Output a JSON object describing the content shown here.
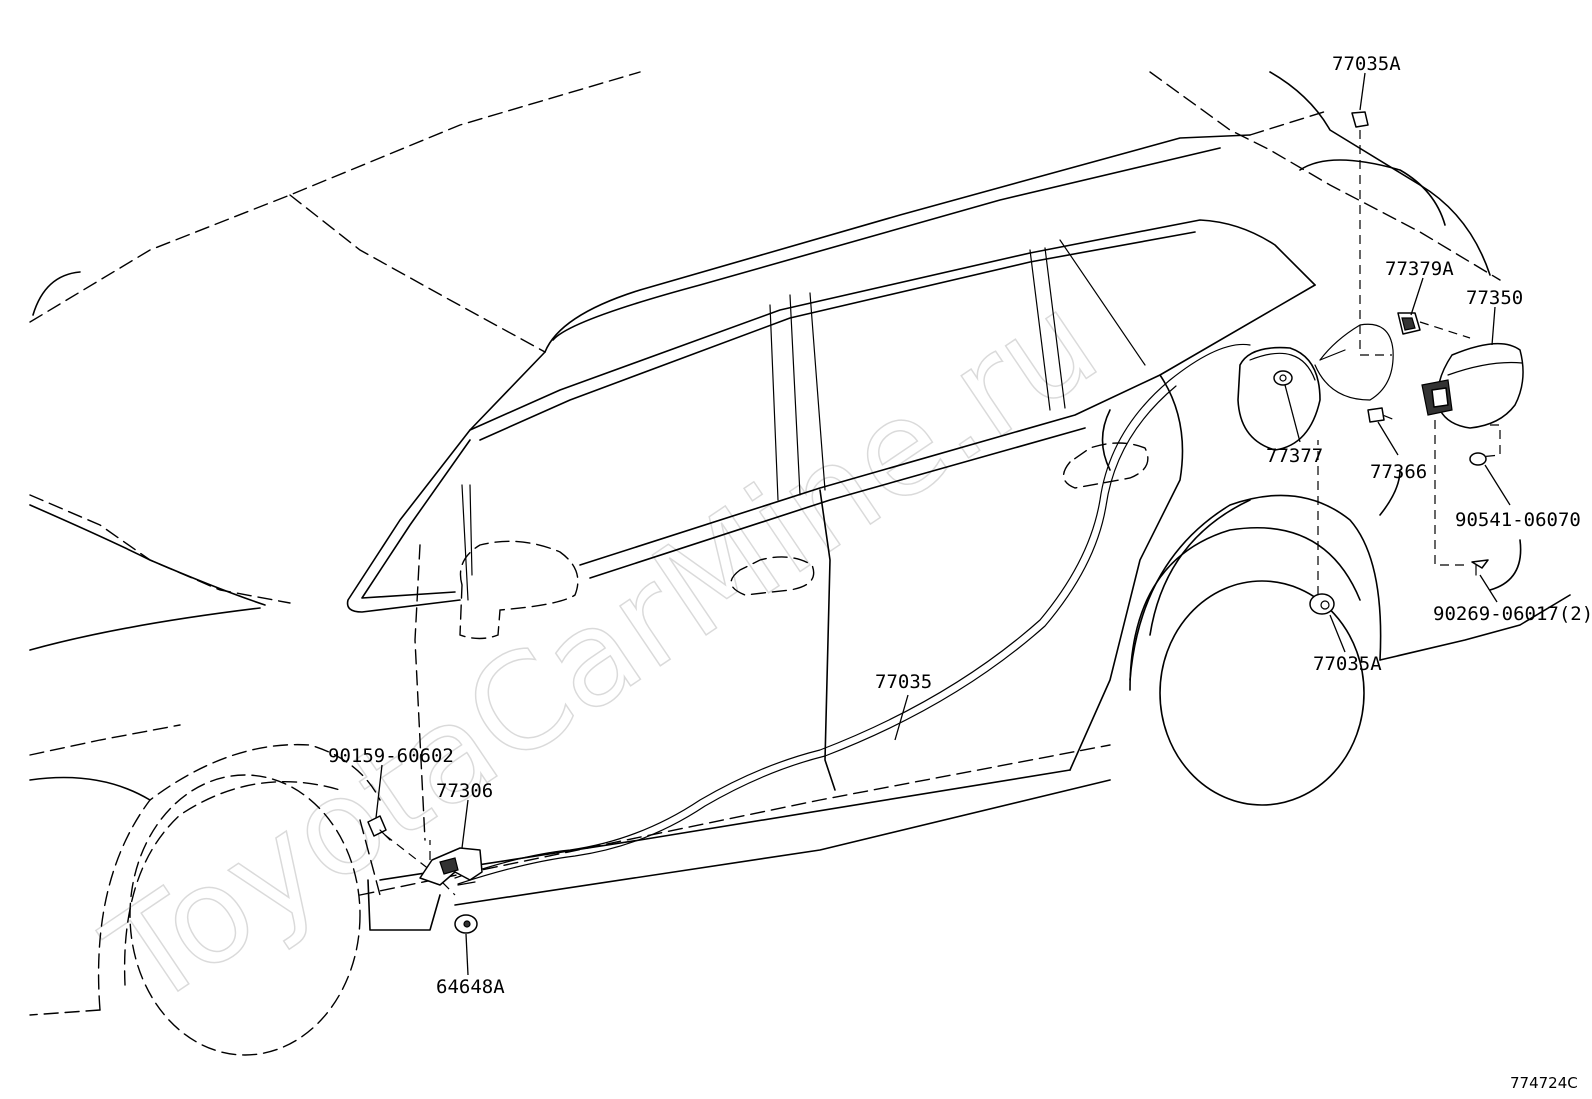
{
  "watermark": "ToyotaCarMine.ru",
  "diagram_ref": "774724C",
  "parts": [
    {
      "id": "p1",
      "label": "77035A"
    },
    {
      "id": "p2",
      "label": "77379A"
    },
    {
      "id": "p3",
      "label": "77350"
    },
    {
      "id": "p4",
      "label": "77377"
    },
    {
      "id": "p5",
      "label": "77366"
    },
    {
      "id": "p6",
      "label": "90541-06070"
    },
    {
      "id": "p7",
      "label": "90269-06017(2)"
    },
    {
      "id": "p8",
      "label": "77035A"
    },
    {
      "id": "p9",
      "label": "77035"
    },
    {
      "id": "p10",
      "label": "90159-60602"
    },
    {
      "id": "p11",
      "label": "77306"
    },
    {
      "id": "p12",
      "label": "64648A"
    }
  ]
}
